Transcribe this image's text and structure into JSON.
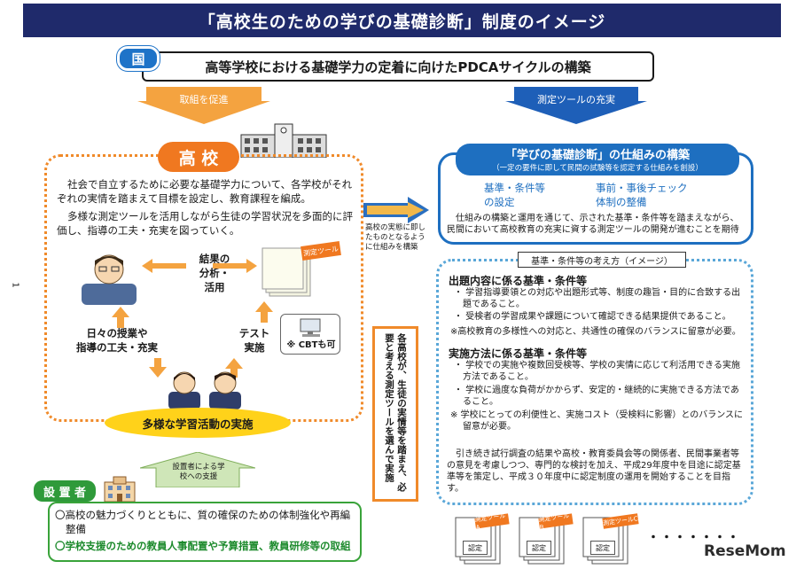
{
  "title": "「高校生のための学びの基礎診断」制度のイメージ",
  "kuni": "国",
  "pdca": "高等学校における基礎学力の定着に向けたPDCAサイクルの構築",
  "arrow_left": "取組を促進",
  "arrow_right": "測定ツールの充実",
  "koukou": {
    "label": "高 校",
    "para1": "社会で自立するために必要な基礎学力について、各学校がそれぞれの実情を踏まえて目標を設定し、教育課程を編成。",
    "para2": "多様な測定ツールを活用しながら生徒の学習状況を多面的に評価し、指導の工夫・充実を図っていく。",
    "cycle_analysis": "結果の\n分析・\n活用",
    "cycle_lessons": "日々の授業や\n指導の工夫・充実",
    "cycle_test": "テスト\n実施",
    "tool_tag": "測定ツール",
    "cbt": "※ CBTも可",
    "activities": "多様な学習活動の実施"
  },
  "side_note": "高校の実態に即したものとなるように仕組みを構築",
  "vertical_note": "各高校が、生徒の実情等を踏まえ、必要と考える測定ツールを選んで実施",
  "page_number": "1",
  "shikumi": {
    "title": "「学びの基礎診断」の仕組みの構築",
    "subtitle": "（一定の要件に即して民間の試験等を認定する仕組みを創設）",
    "item1": "基準・条件等\nの設定",
    "item2": "事前・事後チェック\n体制の整備",
    "desc": "仕組みの構築と運用を通じて、示された基準・条件等を踏まえながら、民間において高校教育の充実に資する測定ツールの開発が進むことを期待"
  },
  "kijun": {
    "header": "基準・条件等の考え方（イメージ）",
    "h1": "出題内容に係る基準・条件等",
    "b1": "・ 学習指導要領との対応や出題形式等、制度の趣旨・目的に合致する出題であること。",
    "b2": "・ 受検者の学習成果や課題について確認できる結果提供であること。",
    "n1": "※高校教育の多様性への対応と、共通性の確保のバランスに留意が必要。",
    "h2": "実施方法に係る基準・条件等",
    "b3": "・ 学校での実施や複数回受検等、学校の実情に応じて利活用できる実施方法であること。",
    "b4": "・ 学校に過度な負荷がかからず、安定的・継続的に実施できる方法であること。",
    "n2": "※ 学校にとっての利便性と、実施コスト（受検料に影響）とのバランスに留意が必要。",
    "conclusion": "引き続き試行調査の結果や高校・教育委員会等の関係者、民間事業者等の意見を考慮しつつ、専門的な検討を加え、平成29年度中を目途に認定基準等を策定し、平成３０年度中に認定制度の運用を開始することを目指す。"
  },
  "support_arrow": "設置者による学校への支援",
  "secchisha": {
    "label": "設 置 者",
    "line1": "〇高校の魅力づくりとともに、質の確保のための体制強化や再編整備",
    "line2": "〇学校支援のための教員人事配置や予算措置、教員研修等の取組"
  },
  "tools": {
    "a": "測定ツールA",
    "b": "測定ツールB",
    "c": "測定ツールC",
    "nintei": "認定",
    "dots": "・・・・・・・"
  },
  "watermark": "ReseMom"
}
